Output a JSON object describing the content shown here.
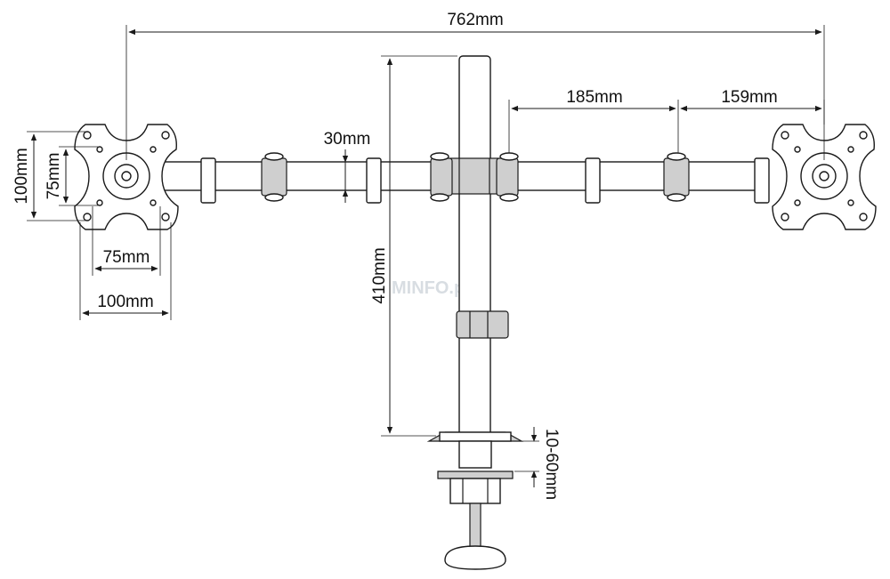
{
  "dimensions": {
    "overall_width": "762mm",
    "arm_segment": "185mm",
    "end_segment": "159mm",
    "arm_tube": "30mm",
    "pole_height": "410mm",
    "vesa_outer_height": "100mm",
    "vesa_inner_height": "75mm",
    "vesa_inner_width": "75mm",
    "vesa_outer_width": "100mm",
    "clamp_range": "10-60mm"
  },
  "watermark": "MINFO.pl",
  "colors": {
    "line": "#1a1a1a",
    "shade": "#cfcfcf",
    "background": "#ffffff"
  }
}
